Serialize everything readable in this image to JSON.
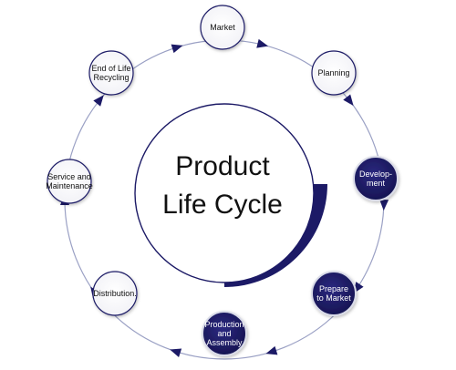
{
  "center": {
    "title_line1": "Product",
    "title_line2": "Life Cycle"
  },
  "colors": {
    "accent": "#1c1a66",
    "ring": "#9aa0c4",
    "node_border_light": "#1c1a66",
    "node_text_light": "#111111",
    "node_text_dark": "#ffffff"
  },
  "stages": [
    {
      "id": "market",
      "lines": [
        "Market"
      ],
      "filled": false
    },
    {
      "id": "planning",
      "lines": [
        "Planning"
      ],
      "filled": false
    },
    {
      "id": "development",
      "lines": [
        "Develop-",
        "ment"
      ],
      "filled": true
    },
    {
      "id": "prepare",
      "lines": [
        "Prepare",
        "to Market"
      ],
      "filled": true
    },
    {
      "id": "production",
      "lines": [
        "Production",
        "and",
        "Assembly"
      ],
      "filled": true
    },
    {
      "id": "distribution",
      "lines": [
        "Distribution."
      ],
      "filled": false
    },
    {
      "id": "service",
      "lines": [
        "Service and",
        "Maintenance"
      ],
      "filled": false
    },
    {
      "id": "eol",
      "lines": [
        "End of Life",
        "Recycling"
      ],
      "filled": false
    }
  ]
}
